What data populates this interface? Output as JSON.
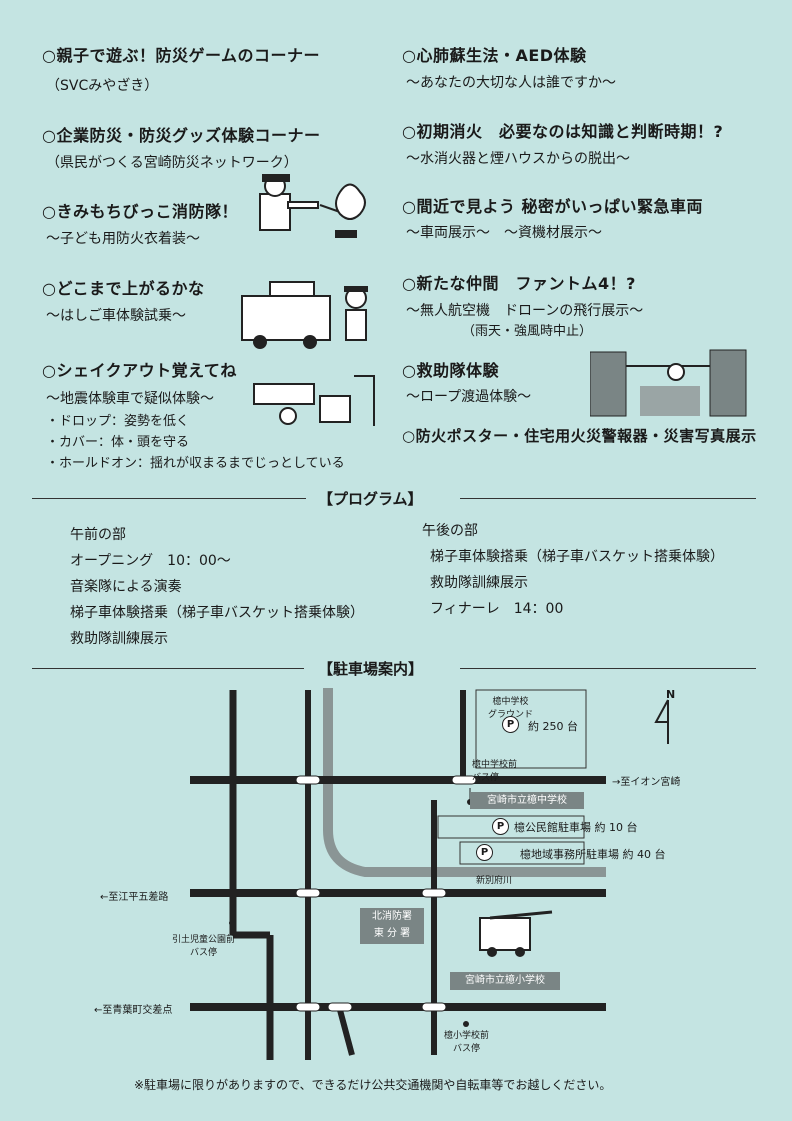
{
  "left_items": [
    {
      "title": "○親子で遊ぶ！防災ゲームのコーナー",
      "lines": [
        "（SVCみやざき）"
      ]
    },
    {
      "title": "○企業防災・防災グッズ体験コーナー",
      "lines": [
        "（県民がつくる宮崎防災ネットワーク）"
      ]
    },
    {
      "title": "○きみもちびっこ消防隊！",
      "lines": [
        "〜子ども用防火衣着装〜"
      ]
    },
    {
      "title": "○どこまで上がるかな",
      "lines": [
        "〜はしご車体験試乗〜"
      ]
    },
    {
      "title": "○シェイクアウト覚えてね",
      "lines": [
        "〜地震体験車で疑似体験〜",
        "・ドロップ：姿勢を低く",
        "・カバー：体・頭を守る",
        "・ホールドオン：揺れが収まるまでじっとしている"
      ]
    }
  ],
  "right_items": [
    {
      "title": "○心肺蘇生法・AED体験",
      "lines": [
        "〜あなたの大切な人は誰ですか〜"
      ]
    },
    {
      "title": "○初期消火　必要なのは知識と判断時期！?",
      "lines": [
        "〜水消火器と煙ハウスからの脱出〜"
      ]
    },
    {
      "title": "○間近で見よう 秘密がいっぱい緊急車両",
      "lines": [
        "〜車両展示〜　〜資機材展示〜"
      ]
    },
    {
      "title": "○新たな仲間　ファントム4！?",
      "lines": [
        "〜無人航空機　ドローンの飛行展示〜",
        "（雨天・強風時中止）"
      ]
    },
    {
      "title": "○救助隊体験",
      "lines": [
        "〜ロープ渡過体験〜"
      ]
    },
    {
      "title": "○防火ポスター・住宅用火災警報器・災害写真展示",
      "lines": []
    }
  ],
  "program": {
    "heading": "【プログラム】",
    "morning_title": "午前の部",
    "morning": [
      "オープニング　10：00〜",
      "音楽隊による演奏",
      "梯子車体験搭乗（梯子車バスケット搭乗体験）",
      "救助隊訓練展示"
    ],
    "afternoon_title": "午後の部",
    "afternoon": [
      "梯子車体験搭乗（梯子車バスケット搭乗体験）",
      "救助隊訓練展示",
      "フィナーレ　14：00"
    ]
  },
  "parking": {
    "heading": "【駐車場案内】",
    "north": "N",
    "ground_name": "檍中学校\nグラウンド",
    "ground_capacity": "約 250 台",
    "p_symbol": "P",
    "school_mid": "宮崎市立檍中学校",
    "bus_mid": "檍中学校前\nバス停",
    "to_aeon": "→至イオン宮崎",
    "lot1": "檍公民館駐車場 約 10 台",
    "lot2": "檍地域事務所駐車場 約 40 台",
    "river": "新別府川",
    "to_hirago": "←至江平五差路",
    "fire_station": "北消防署\n東 分 署",
    "bus_park": "引土児童公園前\nバス停",
    "school_elem": "宮崎市立檍小学校",
    "to_aoba": "←至青葉町交差点",
    "bus_elem": "檍小学校前\nバス停"
  },
  "footer_note": "※駐車場に限りがありますので、できるだけ公共交通機関や自転車等でお越しください。"
}
